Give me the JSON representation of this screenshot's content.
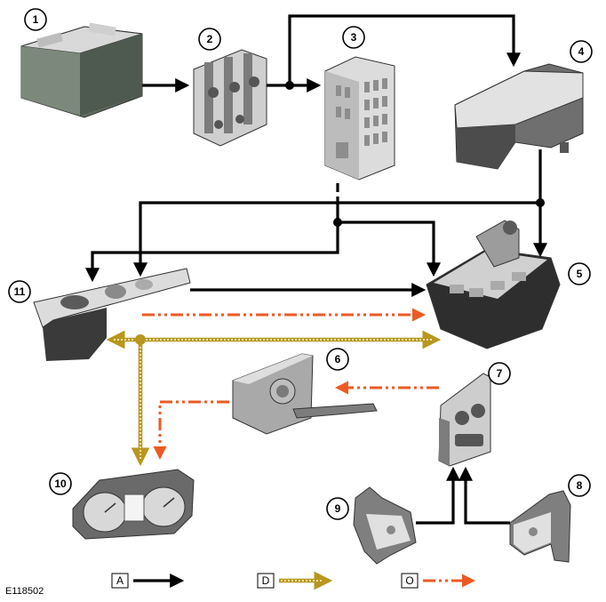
{
  "diagram": {
    "reference_code": "E118502",
    "callouts": [
      "1",
      "2",
      "3",
      "4",
      "5",
      "6",
      "7",
      "8",
      "9",
      "10",
      "11"
    ],
    "legend": [
      {
        "key": "A",
        "style": "solid",
        "color": "#000000"
      },
      {
        "key": "D",
        "style": "dotted",
        "color": "#b8961f"
      },
      {
        "key": "O",
        "style": "dash-dot",
        "color": "#ec5a24"
      }
    ]
  }
}
